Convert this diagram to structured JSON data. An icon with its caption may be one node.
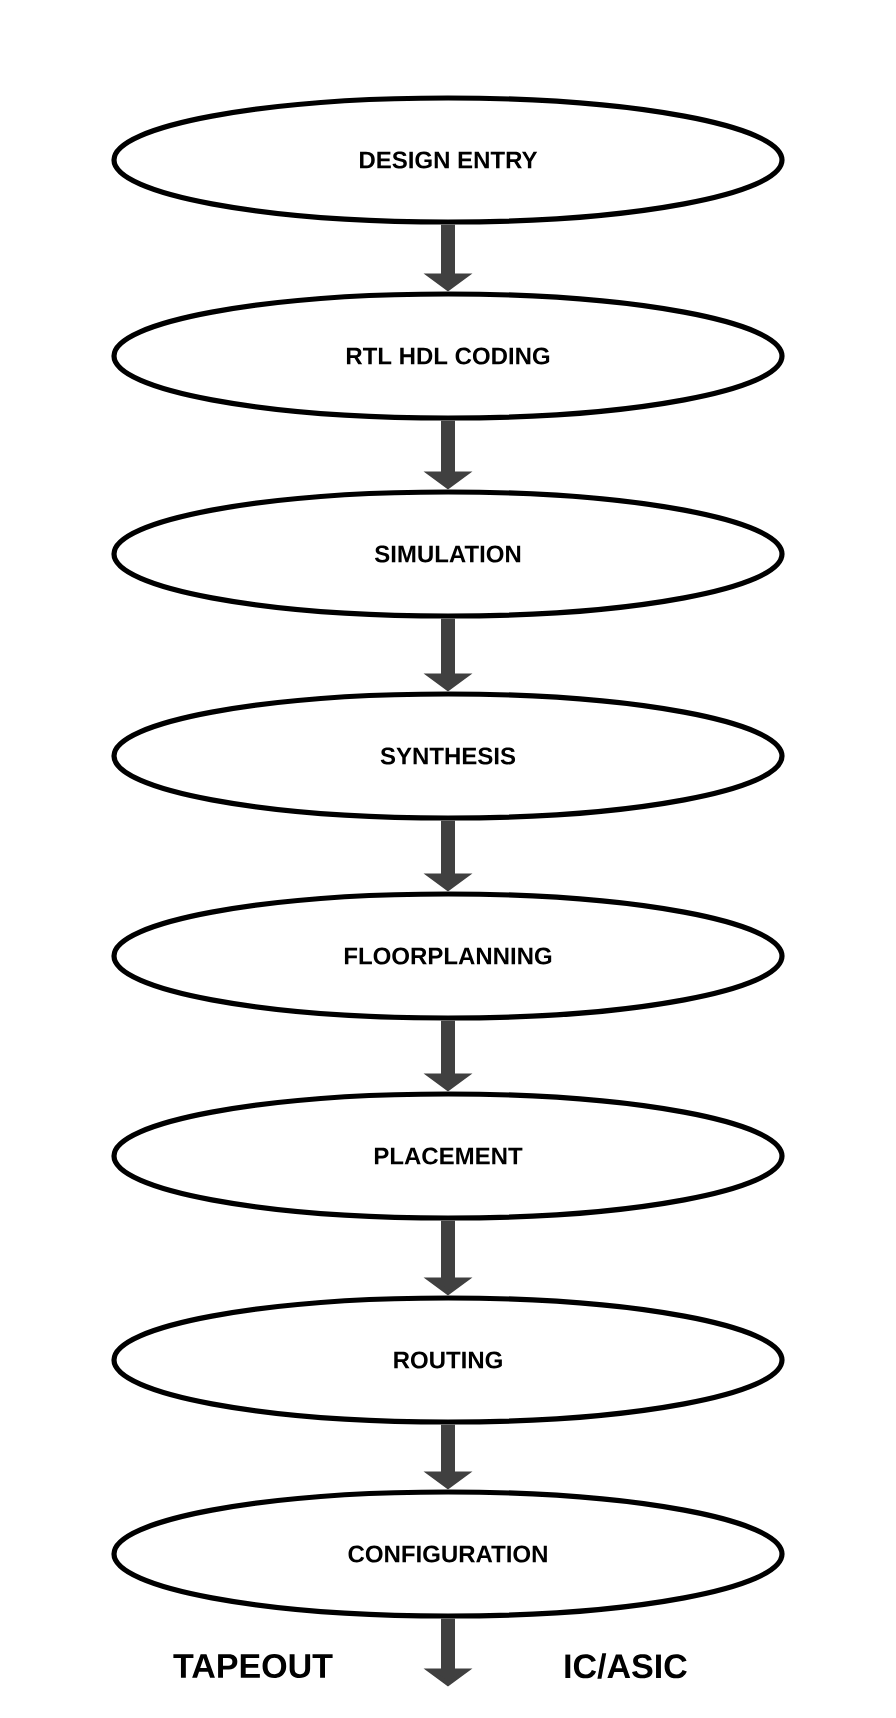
{
  "diagram": {
    "nodes": [
      {
        "text": [
          "DESIGN ENTRY"
        ]
      },
      {
        "text": [
          "RTL HDL CODING"
        ]
      },
      {
        "text": [
          "SIMULATION"
        ]
      },
      {
        "text": [
          "SYNTHESIS"
        ]
      },
      {
        "text": [
          "FLOORPLANNING"
        ]
      },
      {
        "text": [
          "PLACEMENT"
        ]
      },
      {
        "text": [
          "ROUTING"
        ]
      },
      {
        "text": [
          "CONFIGURATION"
        ]
      }
    ],
    "edges": [
      {
        "from": 0,
        "to": 1,
        "arrow": "to"
      },
      {
        "from": 1,
        "to": 2,
        "arrow": "to"
      },
      {
        "from": 2,
        "to": 3,
        "arrow": "to"
      },
      {
        "from": 3,
        "to": 4,
        "arrow": "to"
      },
      {
        "from": 4,
        "to": 5,
        "arrow": "to"
      },
      {
        "from": 5,
        "to": 6,
        "arrow": "to"
      },
      {
        "from": 6,
        "to": 7,
        "arrow": "to"
      },
      {
        "from": 7,
        "to": null,
        "arrow": "to"
      }
    ],
    "labels": [
      "TAPEOUT",
      "IC/ASIC"
    ]
  }
}
